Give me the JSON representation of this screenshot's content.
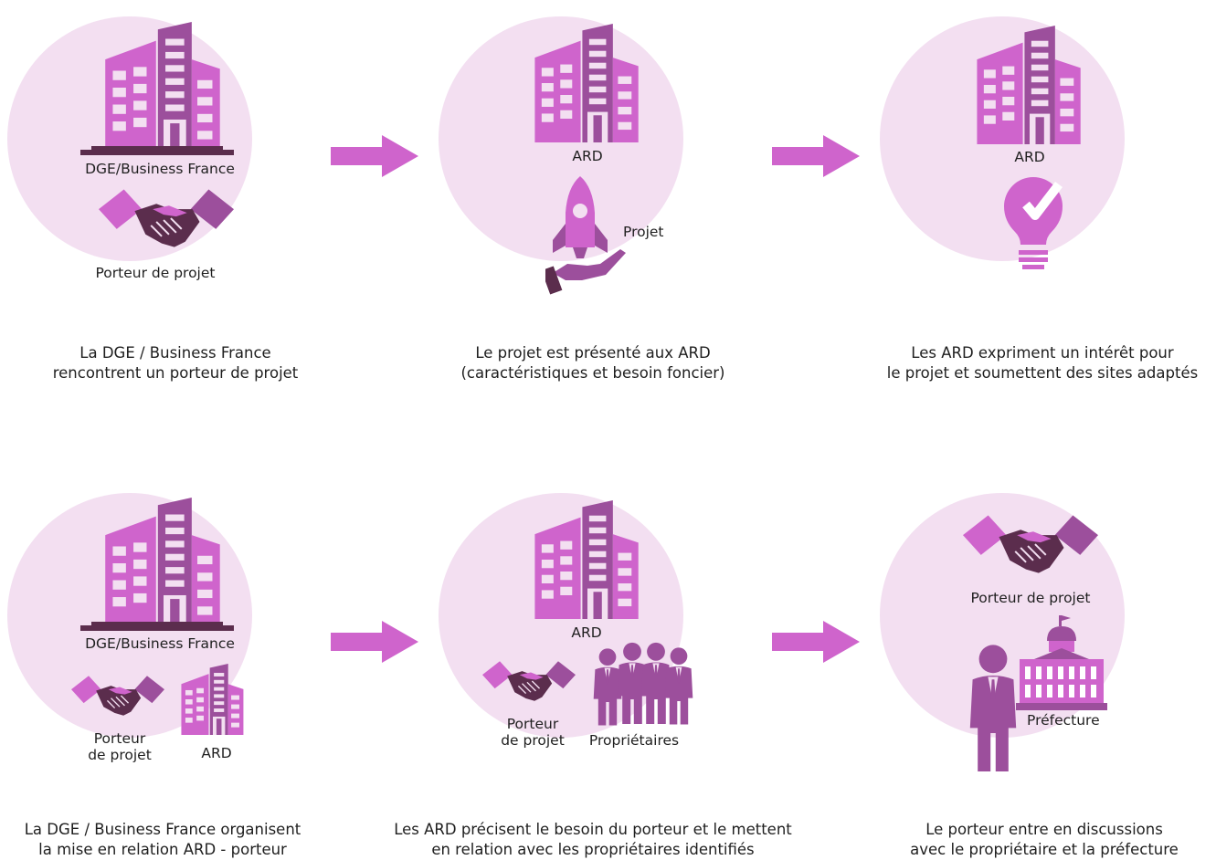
{
  "colors": {
    "circle": "#f3dff1",
    "light": "#cf64cc",
    "dark": "#9c4f9c",
    "darkest": "#5b2d4d",
    "arrow": "#cf64cc"
  },
  "steps": [
    {
      "labels": {
        "org": "DGE/Business France",
        "porteur": "Porteur de projet"
      },
      "caption": [
        "La DGE / Business France",
        "rencontrent un porteur de projet"
      ]
    },
    {
      "labels": {
        "ard": "ARD",
        "projet": "Projet"
      },
      "caption": [
        "Le projet est présenté aux ARD",
        "(caractéristiques et besoin foncier)"
      ]
    },
    {
      "labels": {
        "ard": "ARD"
      },
      "caption": [
        "Les ARD expriment un intérêt pour",
        "le projet et soumettent des sites adaptés"
      ]
    },
    {
      "labels": {
        "org": "DGE/Business France",
        "porteur_l1": "Porteur",
        "porteur_l2": "de projet",
        "ard": "ARD"
      },
      "caption": [
        "La DGE / Business France organisent",
        "la mise en relation ARD - porteur"
      ]
    },
    {
      "labels": {
        "ard": "ARD",
        "porteur_l1": "Porteur",
        "porteur_l2": "de projet",
        "proprietaires": "Propriétaires"
      },
      "caption": [
        "Les ARD précisent le besoin du porteur et le mettent",
        "en relation avec les propriétaires identifiés"
      ]
    },
    {
      "labels": {
        "porteur": "Porteur de projet",
        "prefecture": "Préfecture"
      },
      "caption": [
        "Le porteur entre en discussions",
        "avec le propriétaire et la préfecture"
      ]
    }
  ]
}
